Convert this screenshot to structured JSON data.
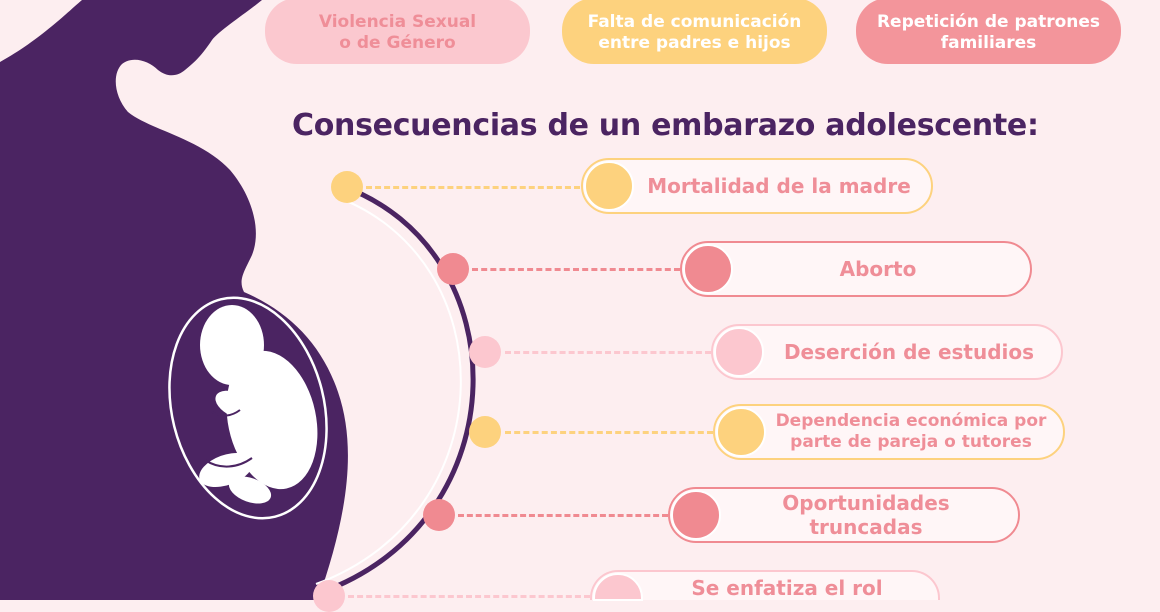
{
  "colors": {
    "background": "#fdeef0",
    "silhouette": "#4b2462",
    "yellow": "#fdd27e",
    "coral": "#f08a91",
    "light_pink": "#fcc7cf",
    "label_text": "#ef8e98"
  },
  "causes": [
    {
      "text": "Violencia Sexual\no de Género"
    },
    {
      "text": "Falta de comunicación\nentre padres e hijos"
    },
    {
      "text": "Repetición de patrones\nfamiliares"
    }
  ],
  "heading": "Consecuencias de un embarazo adolescente:",
  "consequences": [
    {
      "text": "Mortalidad de la madre"
    },
    {
      "text": "Aborto"
    },
    {
      "text": "Deserción de estudios"
    },
    {
      "text": "Dependencia económica por\nparte de pareja o tutores"
    },
    {
      "text": "Oportunidades\ntruncadas"
    },
    {
      "text": "Se enfatiza el rol"
    }
  ],
  "illustration": {
    "silhouette": "pregnant-woman-silhouette",
    "fetus": "fetus-icon"
  }
}
